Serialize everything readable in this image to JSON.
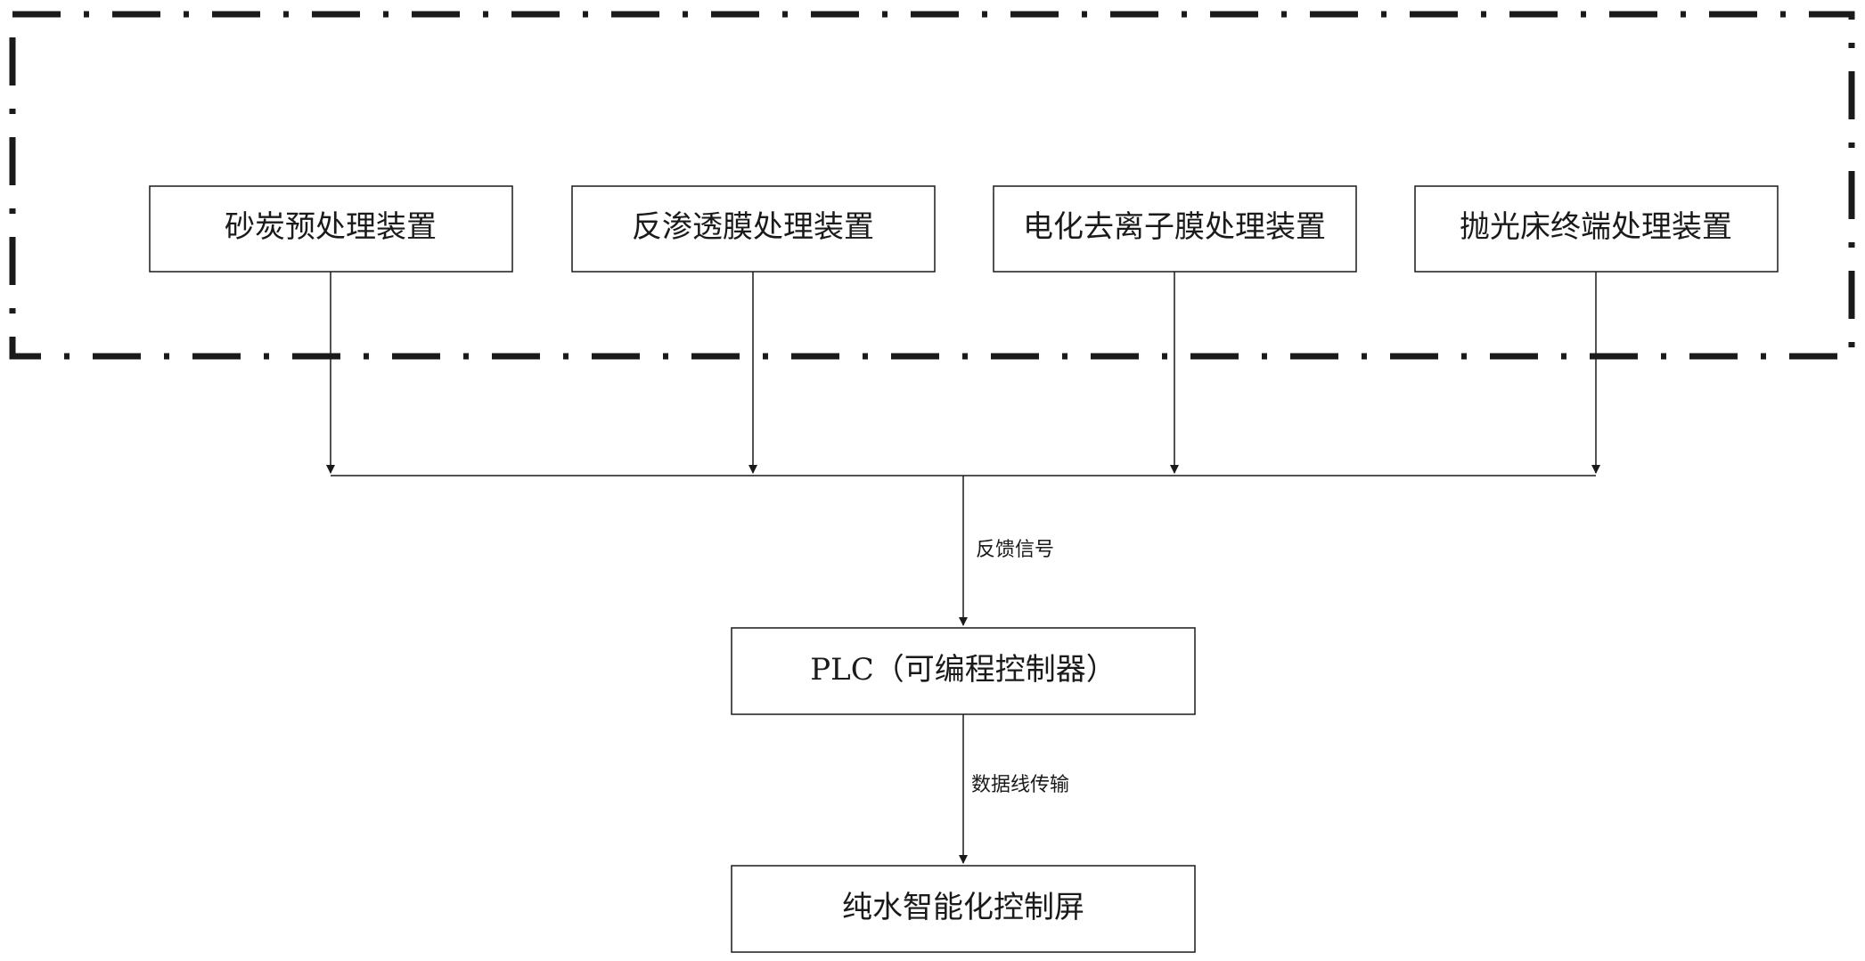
{
  "group": {
    "devices": [
      {
        "label": "砂炭预处理装置"
      },
      {
        "label": "反渗透膜处理装置"
      },
      {
        "label": "电化去离子膜处理装置"
      },
      {
        "label": "抛光床终端处理装置"
      }
    ]
  },
  "edges": {
    "feedback_label": "反馈信号",
    "transfer_label": "数据线传输"
  },
  "plc": {
    "label": "PLC（可编程控制器）"
  },
  "screen": {
    "label": "纯水智能化控制屏"
  },
  "colors": {
    "stroke": "#1a1a1a",
    "background": "#ffffff"
  }
}
